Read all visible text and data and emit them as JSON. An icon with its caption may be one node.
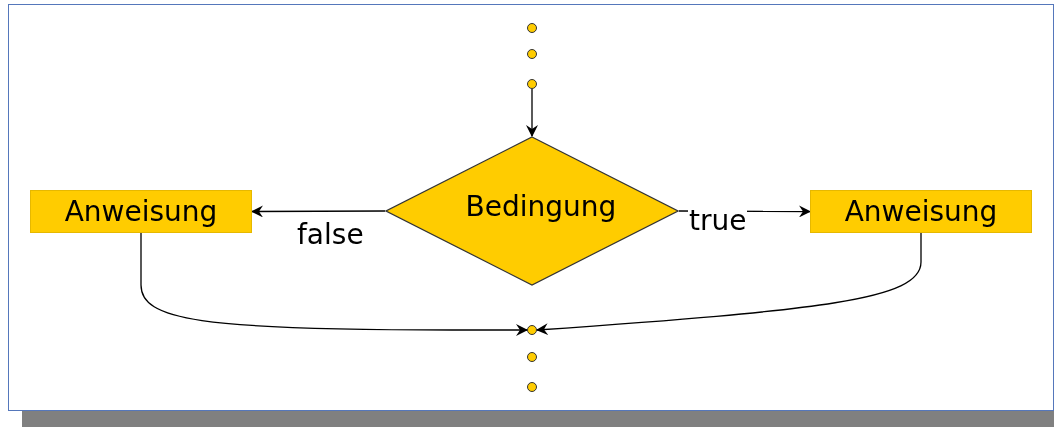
{
  "diagram": {
    "nodes": [
      {
        "text": [],
        "shape": "circle"
      },
      {
        "text": [],
        "shape": "circle"
      },
      {
        "text": [],
        "shape": "circle"
      },
      {
        "text": [
          "Anweisung"
        ]
      },
      {
        "text": [
          "Bedingung"
        ]
      },
      {
        "text": [
          "Anweisung"
        ]
      },
      {
        "text": [],
        "shape": "circle"
      },
      {
        "text": [],
        "shape": "circle"
      },
      {
        "text": [],
        "shape": "circle"
      }
    ],
    "edges": [
      {
        "from": 2,
        "to": 4,
        "arrow": "to"
      },
      {
        "from": 4,
        "to": 3,
        "arrow": "to",
        "label": "false"
      },
      {
        "from": 4,
        "to": 5,
        "arrow": "to",
        "label": "true"
      },
      {
        "from": 3,
        "to": 6,
        "arrow": "to"
      },
      {
        "from": 5,
        "to": 6,
        "arrow": "to"
      }
    ]
  }
}
